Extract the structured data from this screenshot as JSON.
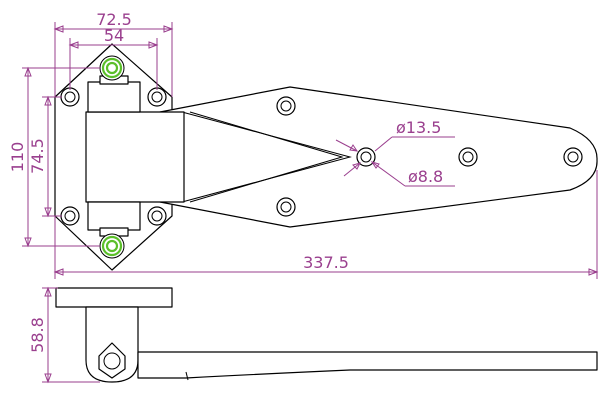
{
  "dimensions": {
    "overall_width_top": "72.5",
    "hole_spacing_top": "54",
    "overall_height": "110",
    "hole_spacing_vertical": "74.5",
    "hole_outer_diameter": "ø13.5",
    "hole_inner_diameter": "ø8.8",
    "total_length": "337.5",
    "side_height": "58.8"
  },
  "colors": {
    "dimension": "#9a3f8e",
    "outline": "#000000",
    "spring_accent": "#5bbf2a"
  }
}
